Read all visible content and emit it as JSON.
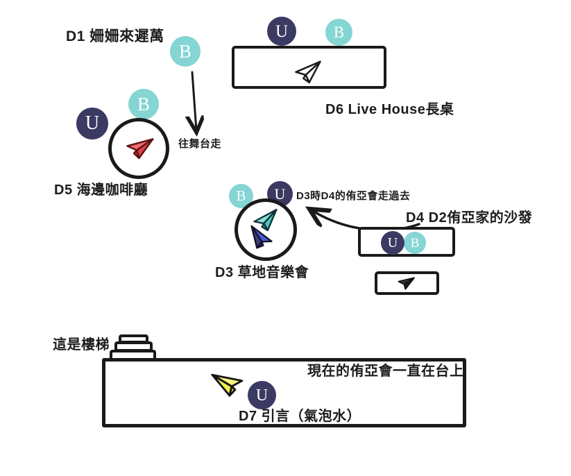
{
  "diagram": {
    "badge_u": "U",
    "badge_b": "B",
    "labels": {
      "d1": "D1 姍姍來遲萬",
      "d6": "D6 Live House長桌",
      "d5": "D5 海邊咖啡廳",
      "d3": "D3 草地音樂會",
      "d4": "D4 D2侑亞家的沙發",
      "d7": "D7 引言（氣泡水）",
      "stairs": "這是樓梯",
      "stage_note": "現在的侑亞會一直在台上",
      "walk_note": "往舞台走",
      "move_note": "D3時D4的侑亞會走過去"
    },
    "colors": {
      "badge_navy": "#3a3a63",
      "badge_teal": "#84d5d3",
      "ink": "#1a1a1a",
      "plane_red": "#e04046",
      "plane_yellow": "#eff04b",
      "plane_teal": "#45c8bf",
      "plane_indigo": "#3c3c75",
      "plane_white": "#ffffff"
    }
  }
}
